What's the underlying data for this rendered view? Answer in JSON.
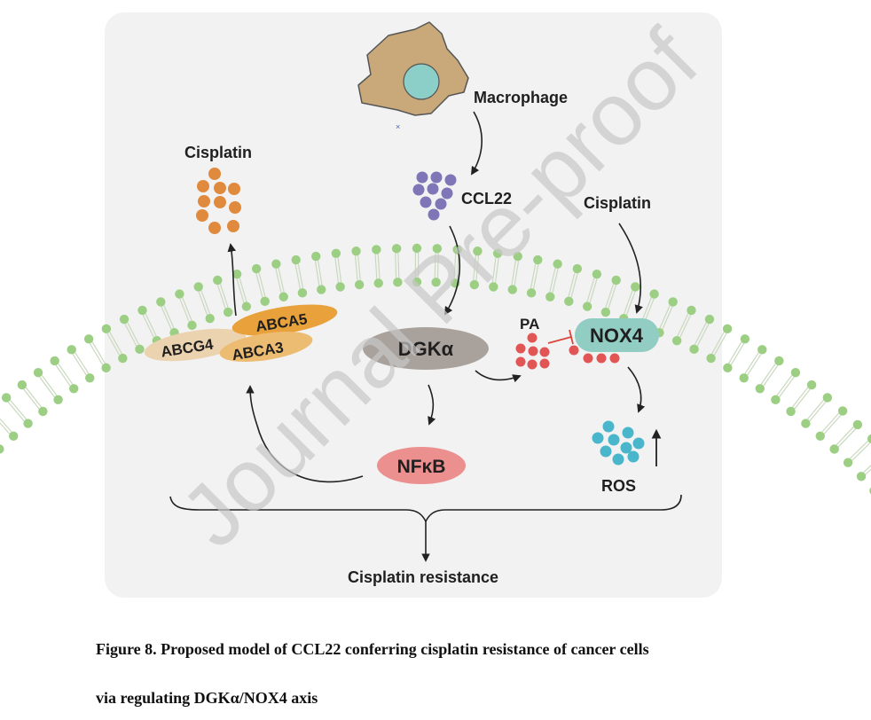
{
  "diagram": {
    "watermark": "Journal Pre-proof",
    "labels": {
      "macrophage": "Macrophage",
      "ccl22": "CCL22",
      "cisplatin_out": "Cisplatin",
      "cisplatin_in": "Cisplatin",
      "abcg4": "ABCG4",
      "abca5": "ABCA5",
      "abca3": "ABCA3",
      "dgk": "DGKα",
      "pa": "PA",
      "nox4": "NOX4",
      "nfkb": "NFκB",
      "ros": "ROS",
      "resistance": "Cisplatin resistance"
    },
    "colors": {
      "panel": "#f2f2f2",
      "membrane": "#9ccf83",
      "macrophage_body": "#c9a87a",
      "macrophage_nucleus": "#8ccfc9",
      "ccl22": "#7f76b8",
      "cisplatin": "#e08a3e",
      "abcg4": "#ecd3b0",
      "abca": "#e8a13b",
      "dgk": "#a9a29c",
      "pa": "#e25555",
      "nox4": "#92cdc4",
      "nfkb": "#eb8f8f",
      "ros": "#49b6cb"
    }
  },
  "caption": {
    "line1": "Figure 8. Proposed model of CCL22 conferring cisplatin resistance of cancer cells",
    "line2": "via regulating DGKα/NOX4 axis"
  }
}
